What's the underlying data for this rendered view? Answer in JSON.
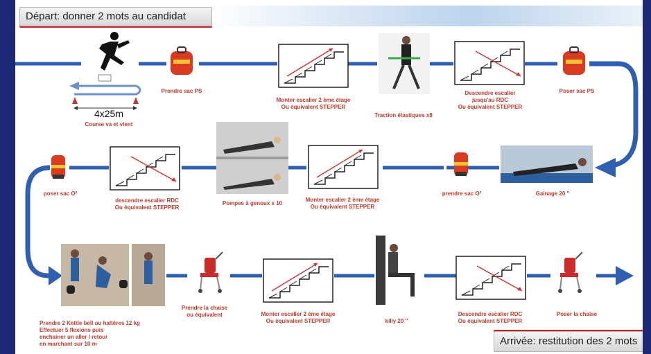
{
  "header": {
    "start": "Départ: donner 2 mots au candidat",
    "end": "Arrivée: restitution des 2 mots"
  },
  "row1": {
    "course_distance": "4x25m",
    "course_label": "Course va et vient",
    "step2": "Prendre sac PS",
    "step3_line1": "Monter escalier 2 ème étage",
    "step3_line2": "Ou équivalent STEPPER",
    "step4": "Traction élastiques x8",
    "step5_line1": "Descendre escalier",
    "step5_line2": "jusqu'au RDC",
    "step5_line3": "Ou équivalent STEPPER",
    "step6": "Poser sac PS"
  },
  "row2": {
    "step1": "Gainage 20 ''",
    "step2": "prendre sac O²",
    "step3_line1": "Monter escalier 2 ème étage",
    "step3_line2": "Ou équivalent STEPPER",
    "step4": "Pompes à genoux x 10",
    "step5_line1": "descendre escalier RDC",
    "step5_line2": "Ou équivalent STEPPER",
    "step6": "poser sac O²"
  },
  "row3": {
    "step1_line1": "Prendre 2 Kettle bell ou haltères 12 kg",
    "step1_line2": "Effectuer 5 flexions puis",
    "step1_line3": "enchainer un aller / retour",
    "step1_line4": "en marchant sur 10 m",
    "step2_line1": "Prendre la chaise",
    "step2_line2": "ou équivalent",
    "step3_line1": "Monter escalier 2 ème étage",
    "step3_line2": "Ou équivalent STEPPER",
    "step4": "killy 20 ''",
    "step5_line1": "Descendre escalier RDC",
    "step5_line2": "Ou équivalent STEPPER",
    "step6": "Poser la chaise"
  },
  "colors": {
    "flow": "#2f5fb0",
    "label": "#c0392b",
    "frame": "#1d2a73"
  }
}
